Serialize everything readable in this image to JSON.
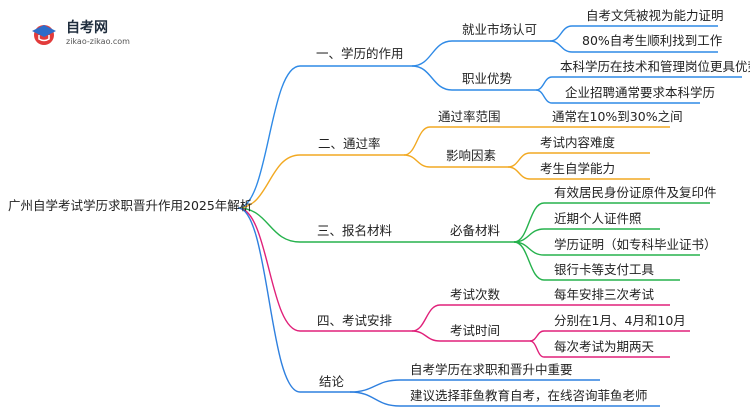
{
  "logo": {
    "name": "自考网",
    "domain": "zikao-zikao.com"
  },
  "root": "广州自学考试学历求职晋升作用2025年解析",
  "colors": {
    "blue": "#2f8ae6",
    "orange": "#f2a922",
    "green": "#26b24d",
    "magenta": "#e0217a",
    "blue2": "#2f80df"
  },
  "branches": [
    {
      "label": "一、学历的作用",
      "color": "blue",
      "children": [
        {
          "label": "就业市场认可",
          "children": [
            {
              "label": "自考文凭被视为能力证明"
            },
            {
              "label": "80%自考生顺利找到工作"
            }
          ]
        },
        {
          "label": "职业优势",
          "children": [
            {
              "label": "本科学历在技术和管理岗位更具优势"
            },
            {
              "label": "企业招聘通常要求本科学历"
            }
          ]
        }
      ]
    },
    {
      "label": "二、通过率",
      "color": "orange",
      "children": [
        {
          "label": "通过率范围",
          "children": [
            {
              "label": "通常在10%到30%之间"
            }
          ]
        },
        {
          "label": "影响因素",
          "children": [
            {
              "label": "考试内容难度"
            },
            {
              "label": "考生自学能力"
            }
          ]
        }
      ]
    },
    {
      "label": "三、报名材料",
      "color": "green",
      "children": [
        {
          "label": "必备材料",
          "children": [
            {
              "label": "有效居民身份证原件及复印件"
            },
            {
              "label": "近期个人证件照"
            },
            {
              "label": "学历证明（如专科毕业证书）"
            },
            {
              "label": "银行卡等支付工具"
            }
          ]
        }
      ]
    },
    {
      "label": "四、考试安排",
      "color": "magenta",
      "children": [
        {
          "label": "考试次数",
          "children": [
            {
              "label": "每年安排三次考试"
            }
          ]
        },
        {
          "label": "考试时间",
          "children": [
            {
              "label": "分别在1月、4月和10月"
            },
            {
              "label": "每次考试为期两天"
            }
          ]
        }
      ]
    },
    {
      "label": "结论",
      "color": "blue2",
      "children": [
        {
          "label": "自考学历在求职和晋升中重要"
        },
        {
          "label": "建议选择菲鱼教育自考，在线咨询菲鱼老师"
        }
      ]
    }
  ]
}
